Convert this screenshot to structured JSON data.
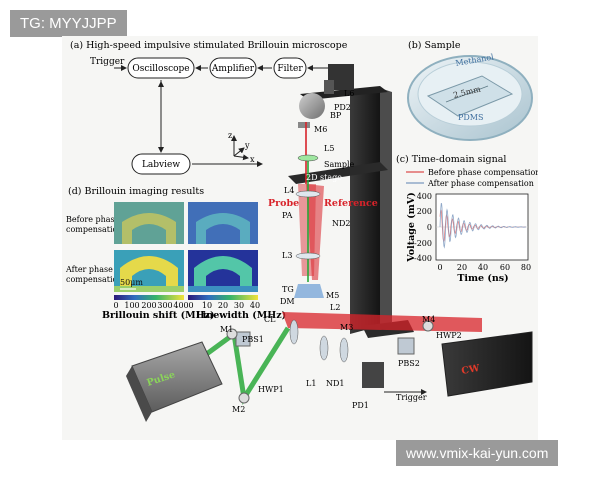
{
  "badges": {
    "top_left": "TG: MYYJJPP",
    "bottom_right": "www.vmix-kai-yun.com"
  },
  "panels": {
    "a": {
      "title": "(a) High-speed impulsive stimulated Brillouin microscope"
    },
    "b": {
      "title": "(b) Sample",
      "labels": [
        "Methanol",
        "2.5mm",
        "PDMS"
      ]
    },
    "c": {
      "title": "(c) Time-domain signal",
      "legend": [
        "Before phase compensation",
        "After phase compensation"
      ],
      "ylabel": "Voltage (mV)",
      "xlabel": "Time (ns)",
      "xticks": [
        "0",
        "20",
        "40",
        "60",
        "80"
      ],
      "yticks": [
        "400",
        "200",
        "0",
        "-200",
        "-400"
      ]
    },
    "d": {
      "title": "(d) Brillouin imaging results",
      "rows": [
        "Before phase compensation",
        "After phase compensation"
      ],
      "scalebar": "50μm",
      "colorbar_ticks": [
        "0",
        "100",
        "200",
        "300",
        "400",
        "0",
        "10",
        "20",
        "30",
        "40"
      ],
      "axis_labels": [
        "Brillouin shift (MHz)",
        "Linewidth (MHz)"
      ]
    }
  },
  "blocks": {
    "trigger": "Trigger",
    "oscilloscope": "Oscilloscope",
    "amplifier": "Amplifier",
    "filter": "Filter",
    "labview": "Labview"
  },
  "components": {
    "pd2": "PD2",
    "l6": "L6",
    "bp": "BP",
    "m6": "M6",
    "l5": "L5",
    "sample": "Sample",
    "stage": "2D stage",
    "l4": "L4",
    "pa": "PA",
    "nd2": "ND2",
    "l3": "L3",
    "tg": "TG",
    "dm": "DM",
    "m5": "M5",
    "l2": "L2",
    "cl": "CL",
    "m3": "M3",
    "m4": "M4",
    "hwp2": "HWP2",
    "m1": "M1",
    "pbs1": "PBS1",
    "hwp1": "HWP1",
    "m2": "M2",
    "l1": "L1",
    "nd1": "ND1",
    "pbs2": "PBS2",
    "pd1": "PD1",
    "trigger_out": "Trigger",
    "pulse": "Pulse",
    "cw": "CW",
    "probe": "Probe",
    "reference": "Reference",
    "ax_z": "z",
    "ax_y": "y",
    "ax_x": "x"
  },
  "colors": {
    "red_beam": "#d8232a",
    "green_beam": "#2aa83a",
    "before": "#e06a6a",
    "after": "#8fa8c8"
  }
}
